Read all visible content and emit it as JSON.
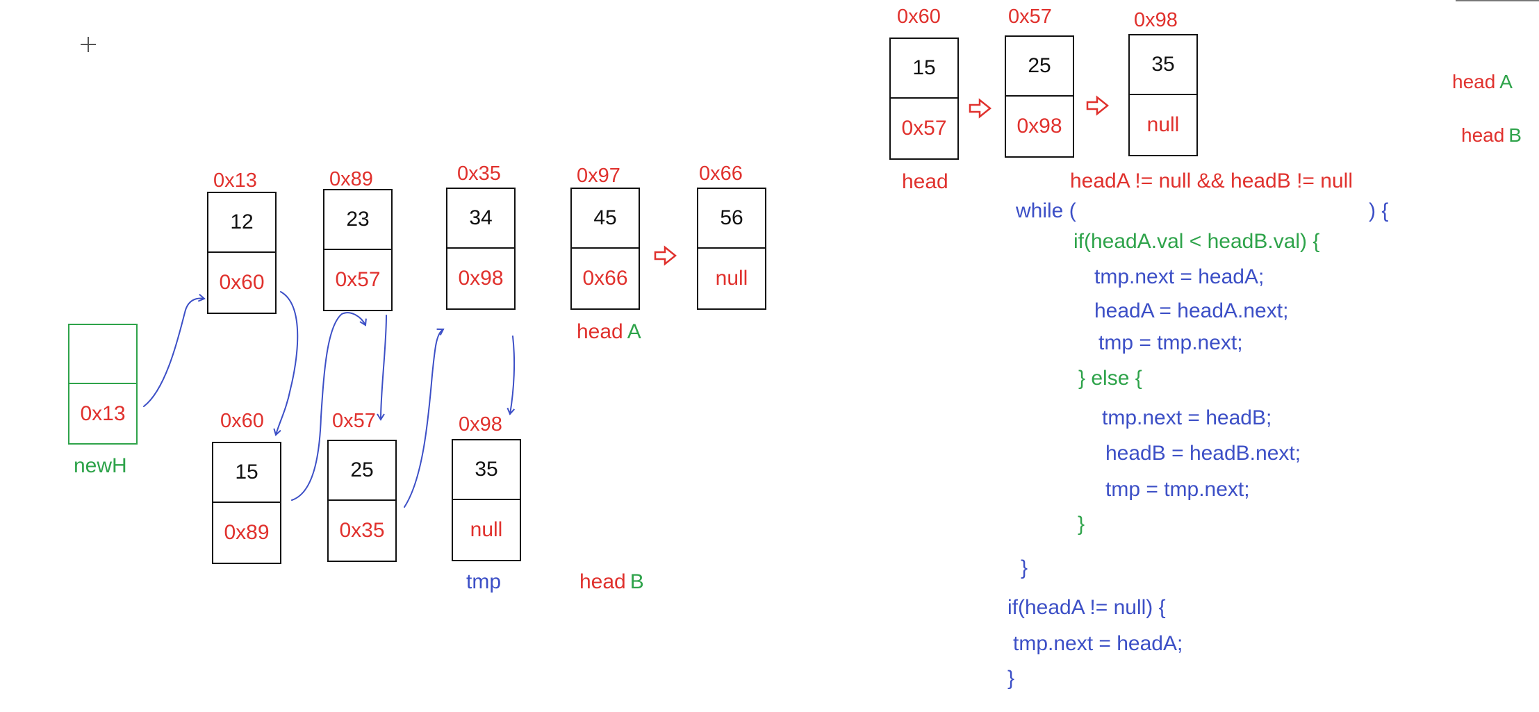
{
  "left_diagram": {
    "list_a": [
      {
        "addr": "0x13",
        "val": "12",
        "next": "0x60"
      },
      {
        "addr": "0x89",
        "val": "23",
        "next": "0x57"
      },
      {
        "addr": "0x35",
        "val": "34",
        "next": "0x98"
      },
      {
        "addr": "0x97",
        "val": "45",
        "next": "0x66"
      },
      {
        "addr": "0x66",
        "val": "56",
        "next": "null"
      }
    ],
    "list_b": [
      {
        "addr": "0x60",
        "val": "15",
        "next": "0x89"
      },
      {
        "addr": "0x57",
        "val": "25",
        "next": "0x35"
      },
      {
        "addr": "0x98",
        "val": "35",
        "next": "null"
      }
    ],
    "new_head": {
      "val": "",
      "next": "0x13",
      "label": "newH"
    },
    "labels": {
      "head_a": {
        "head": "head",
        "letter": "A"
      },
      "head_b": {
        "head": "head",
        "letter": "B"
      },
      "tmp": "tmp"
    }
  },
  "right_diagram": {
    "list": [
      {
        "addr": "0x60",
        "val": "15",
        "next": "0x57"
      },
      {
        "addr": "0x57",
        "val": "25",
        "next": "0x98"
      },
      {
        "addr": "0x98",
        "val": "35",
        "next": "null"
      }
    ],
    "head_label": "head",
    "corner_labels": {
      "head_a": {
        "head": "head",
        "letter": "A"
      },
      "head_b": {
        "head": "head",
        "letter": "B"
      }
    }
  },
  "code": {
    "condition": "headA != null && headB != null",
    "while_open": "while (",
    "while_close": ") {",
    "if_line": "if(headA.val < headB.val)  {",
    "a1": "tmp.next = headA;",
    "a2": "headA = headA.next;",
    "a3": "tmp = tmp.next;",
    "else_line": "} else {",
    "b1": "tmp.next = headB;",
    "b2": "headB = headB.next;",
    "b3": "tmp = tmp.next;",
    "inner_close": "}",
    "outer_close": "}",
    "if2": "if(headA != null) {",
    "c1": "tmp.next = headA;",
    "final_close": "}"
  },
  "colors": {
    "red": "#e0312d",
    "green": "#2ea34a",
    "blue": "#3c4fc6",
    "black": "#111111"
  }
}
